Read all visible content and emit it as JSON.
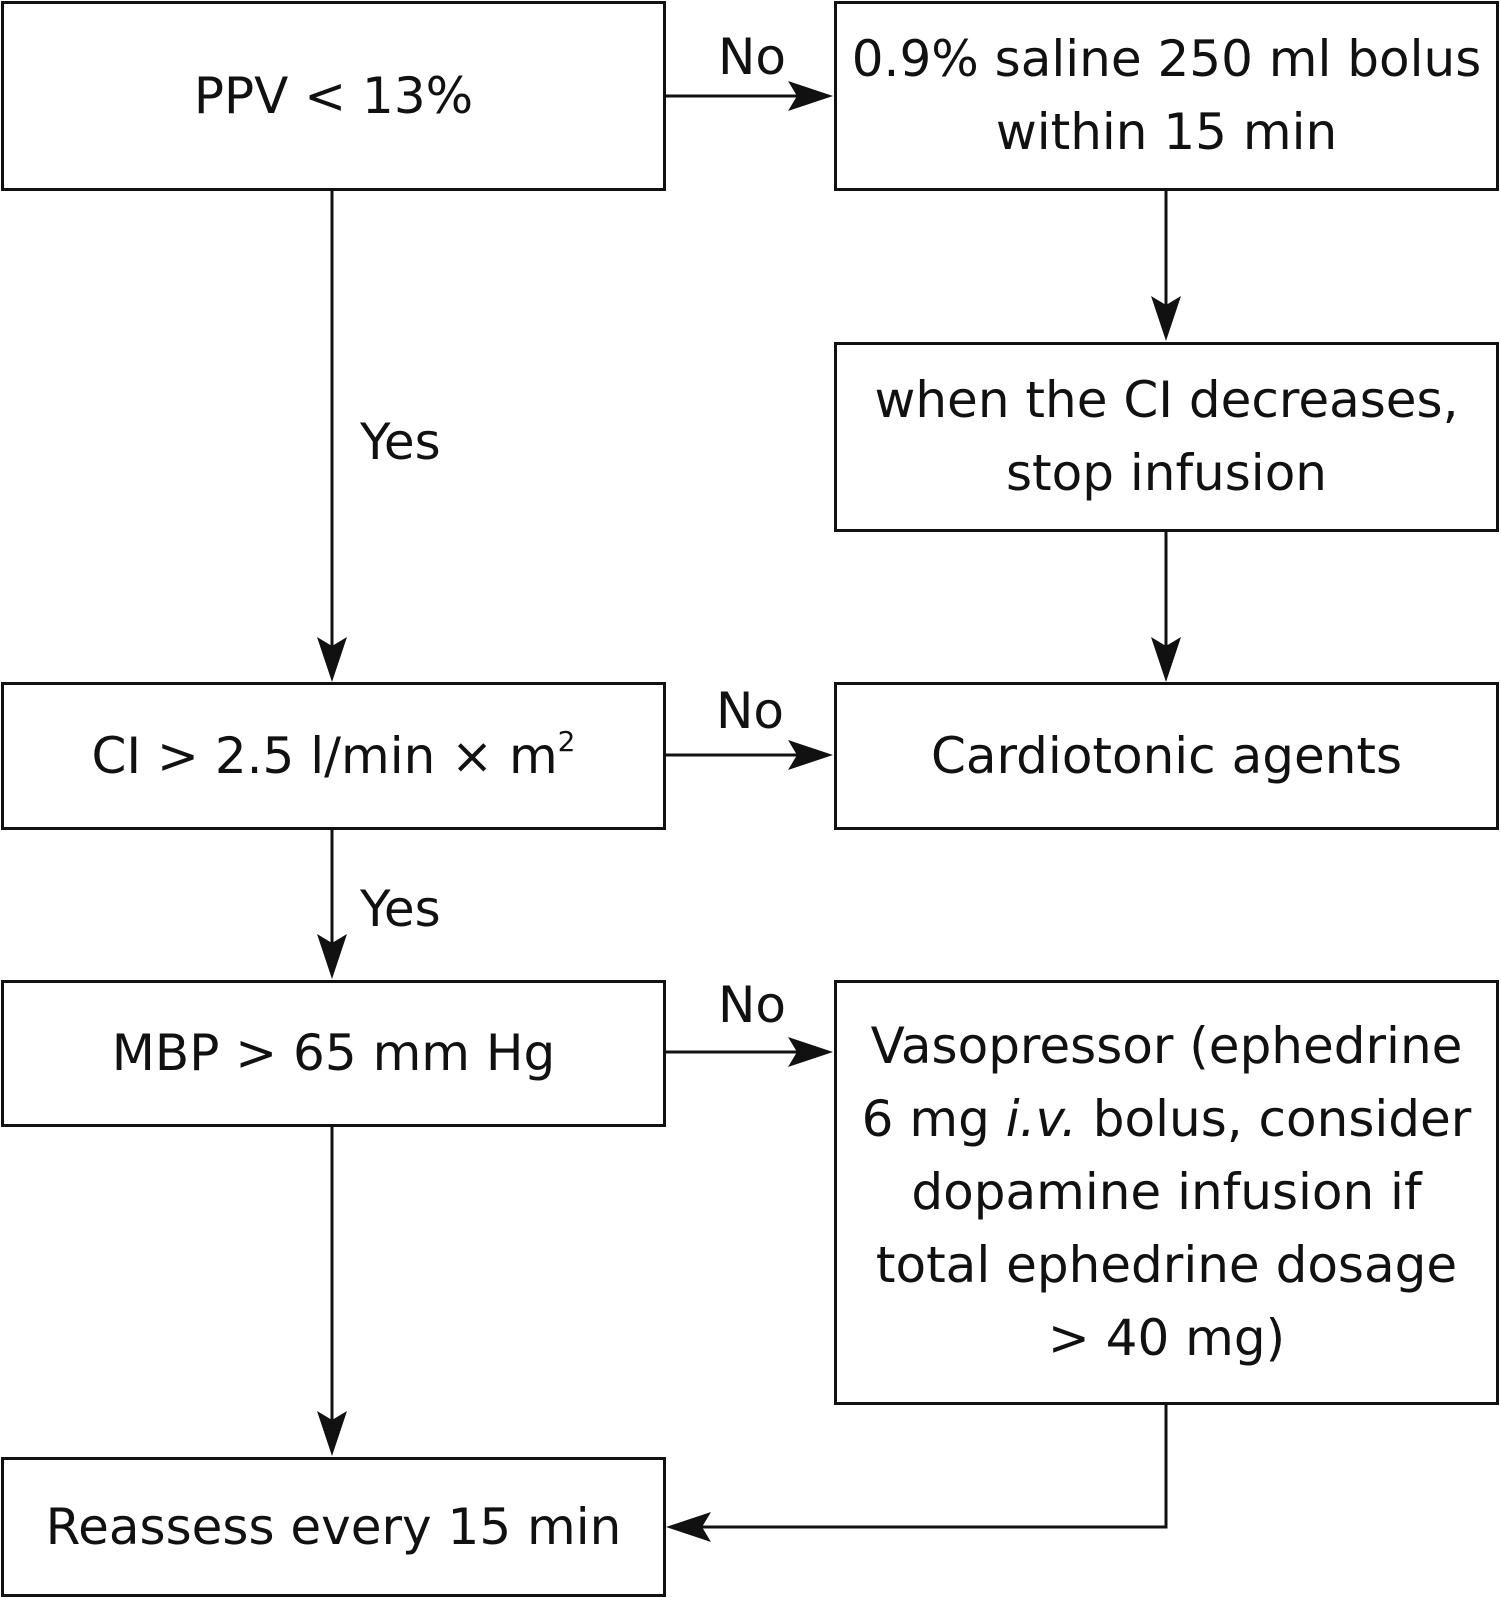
{
  "nodes": {
    "ppv": "PPV < 13%",
    "saline": "0.9% saline 250 ml bolus\nwithin 15 min",
    "stop_infusion": "when the CI decreases,\nstop infusion",
    "ci_text": "CI > 2.5 l/min × m",
    "ci_sup": "2",
    "cardiotonic": "Cardiotonic agents",
    "mbp": "MBP > 65 mm Hg",
    "vaso_line1": "Vasopressor (ephedrine",
    "vaso_line2_a": "6 mg ",
    "vaso_line2_em": "i.v.",
    "vaso_line2_b": " bolus, consider",
    "vaso_line3": "dopamine infusion if",
    "vaso_line4": "total ephedrine dosage",
    "vaso_line5": "> 40 mg)",
    "reassess": "Reassess every 15 min"
  },
  "labels": {
    "ppv_no": "No",
    "ppv_yes": "Yes",
    "ci_no": "No",
    "ci_yes": "Yes",
    "mbp_no": "No"
  },
  "colors": {
    "line": "#111111",
    "background": "#ffffff"
  }
}
